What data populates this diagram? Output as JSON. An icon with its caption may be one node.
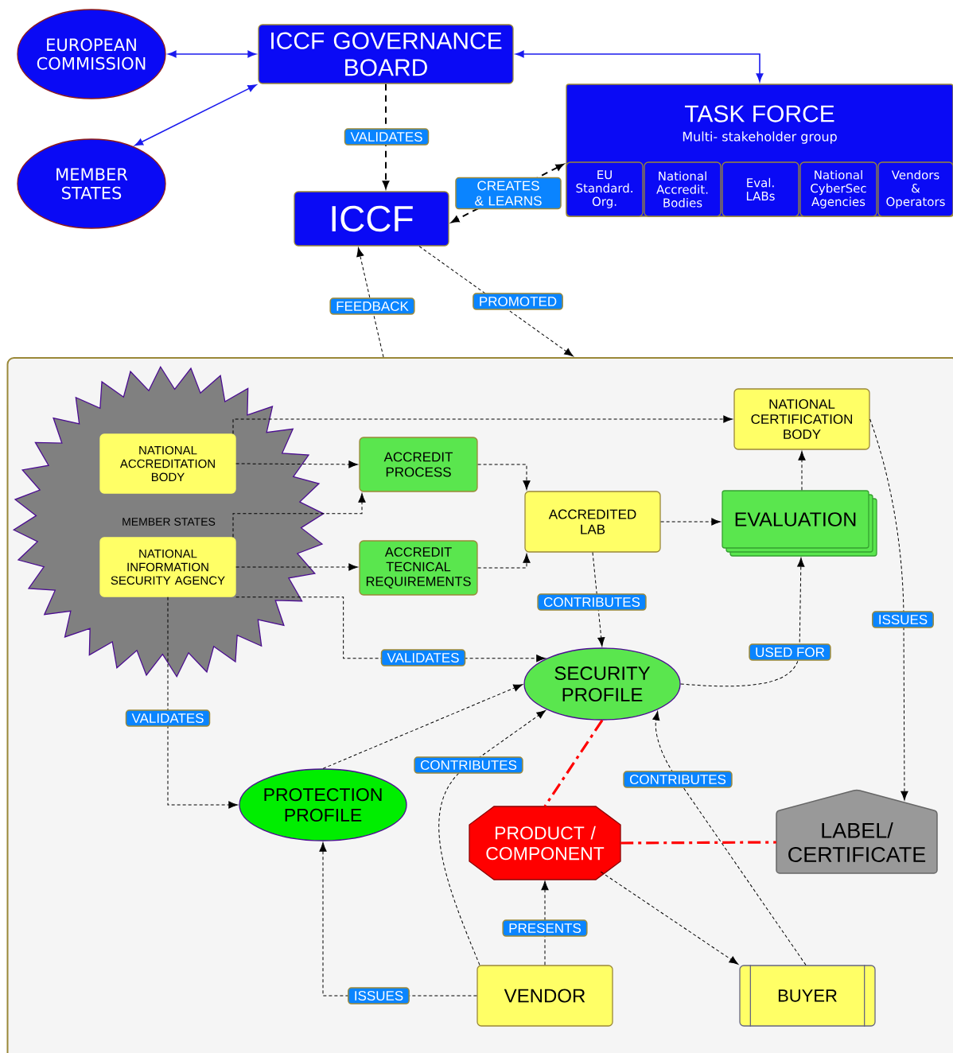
{
  "diagram": {
    "nodes": [
      {
        "text": [
          "EUROPEAN COMMISSION"
        ]
      },
      {
        "text": [
          "ICCF GOVERNANCE BOARD"
        ]
      },
      {
        "text": [
          "MEMBER STATES"
        ]
      },
      {
        "text": [
          "TASK FORCE",
          "Multi- stakeholder group"
        ]
      },
      {
        "text": [
          "EU Standard. Org."
        ],
        "in": 3
      },
      {
        "text": [
          "National Accredit. Bodies"
        ],
        "in": 3
      },
      {
        "text": [
          "Eval. LABs"
        ],
        "in": 3
      },
      {
        "text": [
          "National CyberSec Agencies"
        ],
        "in": 3
      },
      {
        "text": [
          "Vendors & Operators"
        ],
        "in": 3
      },
      {
        "text": [
          "ICCF"
        ]
      },
      {
        "text": [],
        "shape": "box"
      },
      {
        "text": [
          "MEMBER STATES"
        ],
        "in": 10
      },
      {
        "text": [
          "NATIONAL ACCREDITATION BODY"
        ],
        "in": 11
      },
      {
        "text": [
          "NATIONAL INFORMATION SECURITY AGENCY"
        ],
        "in": 11
      },
      {
        "text": [
          "ACCREDIT PROCESS"
        ],
        "in": 10
      },
      {
        "text": [
          "ACCREDIT TECNICAL REQUIREMENTS"
        ],
        "in": 10
      },
      {
        "text": [
          "NATIONAL CERTIFICATION BODY"
        ],
        "in": 10
      },
      {
        "text": [
          "ACCREDITED LAB"
        ],
        "in": 10
      },
      {
        "text": [
          "EVALUATION"
        ],
        "in": 10
      },
      {
        "text": [
          "SECURITY PROFILE"
        ],
        "in": 10
      },
      {
        "text": [
          "PROTECTION PROFILE"
        ],
        "in": 10
      },
      {
        "text": [
          "PRODUCT / COMPONENT"
        ],
        "in": 10
      },
      {
        "text": [
          "LABEL/ CERTIFICATE"
        ],
        "in": 10
      },
      {
        "text": [
          "VENDOR"
        ],
        "in": 10
      },
      {
        "text": [
          "BUYER"
        ],
        "in": 10
      }
    ],
    "edges": [
      {
        "from": 0,
        "to": 1,
        "arrow": "both",
        "color": "#1a1aee"
      },
      {
        "from": 2,
        "to": 1,
        "arrow": "both",
        "color": "#1a1aee"
      },
      {
        "from": 1,
        "to": 3,
        "arrow": "both",
        "color": "#1a1aee"
      },
      {
        "from": 1,
        "to": 9,
        "arrow": "to",
        "style": "dashed",
        "label": "VALIDATES"
      },
      {
        "from": 3,
        "to": 9,
        "arrow": "both",
        "style": "dashed",
        "label": "CREATES & LEARNS"
      },
      {
        "from": 10,
        "to": 9,
        "arrow": "to",
        "style": "dashed",
        "label": "FEEDBACK"
      },
      {
        "from": 9,
        "to": 10,
        "arrow": "to",
        "style": "dashed",
        "label": "PROMOTED"
      },
      {
        "from": 12,
        "to": 16,
        "arrow": "to",
        "style": "dashed"
      },
      {
        "from": 12,
        "to": 14,
        "arrow": "to",
        "style": "dashed"
      },
      {
        "from": 13,
        "to": 14,
        "arrow": "to",
        "style": "dashed"
      },
      {
        "from": 13,
        "to": 15,
        "arrow": "to",
        "style": "dashed"
      },
      {
        "from": 14,
        "to": 17,
        "arrow": "to",
        "style": "dashed"
      },
      {
        "from": 15,
        "to": 17,
        "arrow": "to",
        "style": "dashed"
      },
      {
        "from": 13,
        "to": 19,
        "arrow": "to",
        "style": "dashed",
        "label": "VALIDATES"
      },
      {
        "from": 13,
        "to": 20,
        "arrow": "to",
        "style": "dashed",
        "label": "VALIDATES"
      },
      {
        "from": 17,
        "to": 18,
        "arrow": "to",
        "style": "dashed"
      },
      {
        "from": 18,
        "to": 16,
        "arrow": "to",
        "style": "dashed"
      },
      {
        "from": 17,
        "to": 19,
        "arrow": "to",
        "style": "dashed",
        "label": "CONTRIBUTES"
      },
      {
        "from": 19,
        "to": 18,
        "arrow": "to",
        "style": "dashed",
        "label": "USED FOR"
      },
      {
        "from": 16,
        "to": 22,
        "arrow": "to",
        "style": "dashed",
        "label": "ISSUES"
      },
      {
        "from": 20,
        "to": 19,
        "arrow": "to",
        "style": "dashed"
      },
      {
        "from": 23,
        "to": 19,
        "arrow": "to",
        "style": "dashed",
        "label": "CONTRIBUTES"
      },
      {
        "from": 24,
        "to": 19,
        "arrow": "to",
        "style": "dashed",
        "label": "CONTRIBUTES"
      },
      {
        "from": 19,
        "to": 21,
        "arrow": "none",
        "style": "dashed",
        "color": "#ff0000"
      },
      {
        "from": 21,
        "to": 22,
        "arrow": "none",
        "style": "dashed",
        "color": "#ff0000"
      },
      {
        "from": 23,
        "to": 21,
        "arrow": "to",
        "style": "dashed",
        "label": "PRESENTS"
      },
      {
        "from": 21,
        "to": 24,
        "arrow": "to",
        "style": "dashed"
      },
      {
        "from": 23,
        "to": 20,
        "arrow": "to",
        "style": "dashed",
        "label": "ISSUES"
      }
    ]
  }
}
